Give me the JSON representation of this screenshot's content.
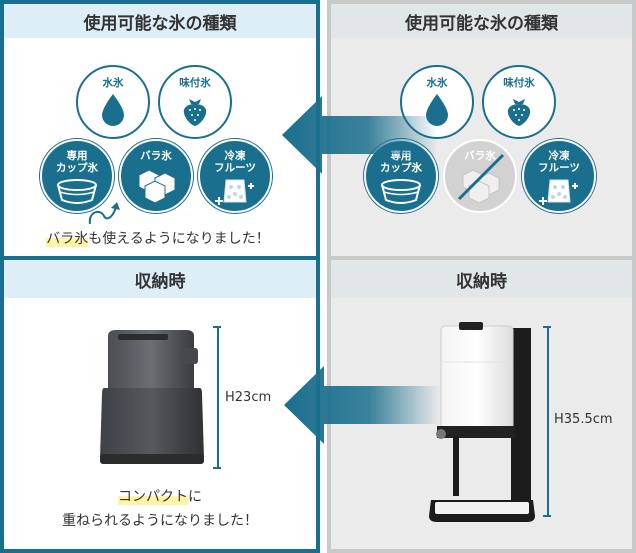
{
  "left": {
    "title": "使用可能な氷の種類",
    "ice": {
      "water": "水氷",
      "flavored": "味付氷",
      "cup_line1": "専用",
      "cup_line2": "カップ氷",
      "loose": "バラ氷",
      "frozen_line1": "冷凍",
      "frozen_line2": "フルーツ"
    },
    "caption_highlight": "バラ氷",
    "caption_rest": "も使えるようになりました！",
    "storage_title": "収納時",
    "height": "H23cm",
    "storage_caption_highlight": "コンパクト",
    "storage_caption_line1_rest": "に",
    "storage_caption_line2": "重ねられるようになりました！"
  },
  "right": {
    "title": "使用可能な氷の種類",
    "ice": {
      "water": "水氷",
      "flavored": "味付氷",
      "cup_line1": "専用",
      "cup_line2": "カップ氷",
      "loose": "バラ氷",
      "frozen_line1": "冷凍",
      "frozen_line2": "フルーツ"
    },
    "storage_title": "収納時",
    "height": "H35.5cm"
  },
  "colors": {
    "accent": "#1b6f8e",
    "highlight": "#fff3a6",
    "disabled": "#d2d2d2"
  },
  "icons": [
    "water-drop-icon",
    "strawberry-icon",
    "cup-ice-icon",
    "ice-cubes-icon",
    "frozen-fruit-icon",
    "arrow-left-icon"
  ]
}
